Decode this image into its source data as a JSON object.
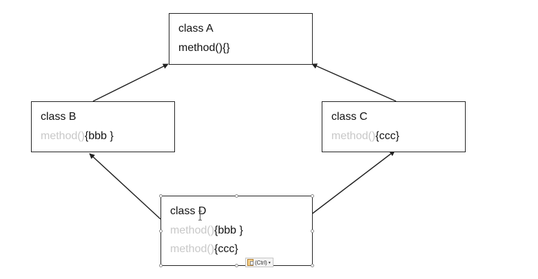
{
  "diagram": {
    "classes": [
      {
        "id": "A",
        "name": "class A",
        "methods": [
          {
            "signature": "method()",
            "body": "{}",
            "signature_faded": false
          }
        ]
      },
      {
        "id": "B",
        "name": "class B",
        "methods": [
          {
            "signature": "method()",
            "body": "{bbb }",
            "signature_faded": true
          }
        ]
      },
      {
        "id": "C",
        "name": "class C",
        "methods": [
          {
            "signature": "method()",
            "body": "{ccc}",
            "signature_faded": true
          }
        ]
      },
      {
        "id": "D",
        "name": "class D",
        "methods": [
          {
            "signature": "method()",
            "body": "{bbb }",
            "signature_faded": true
          },
          {
            "signature": "method()",
            "body": "{ccc}",
            "signature_faded": true
          }
        ]
      }
    ],
    "arrows": [
      {
        "from": "B",
        "to": "A"
      },
      {
        "from": "C",
        "to": "A"
      },
      {
        "from": "D",
        "to": "B"
      },
      {
        "from": "D",
        "to": "C"
      }
    ]
  },
  "paste_options": {
    "label": "(Ctrl)",
    "icon": "paste-icon",
    "caret": "▾"
  },
  "colors": {
    "line": "#222222",
    "faded_text": "#c8c8c8",
    "text": "#111111"
  }
}
